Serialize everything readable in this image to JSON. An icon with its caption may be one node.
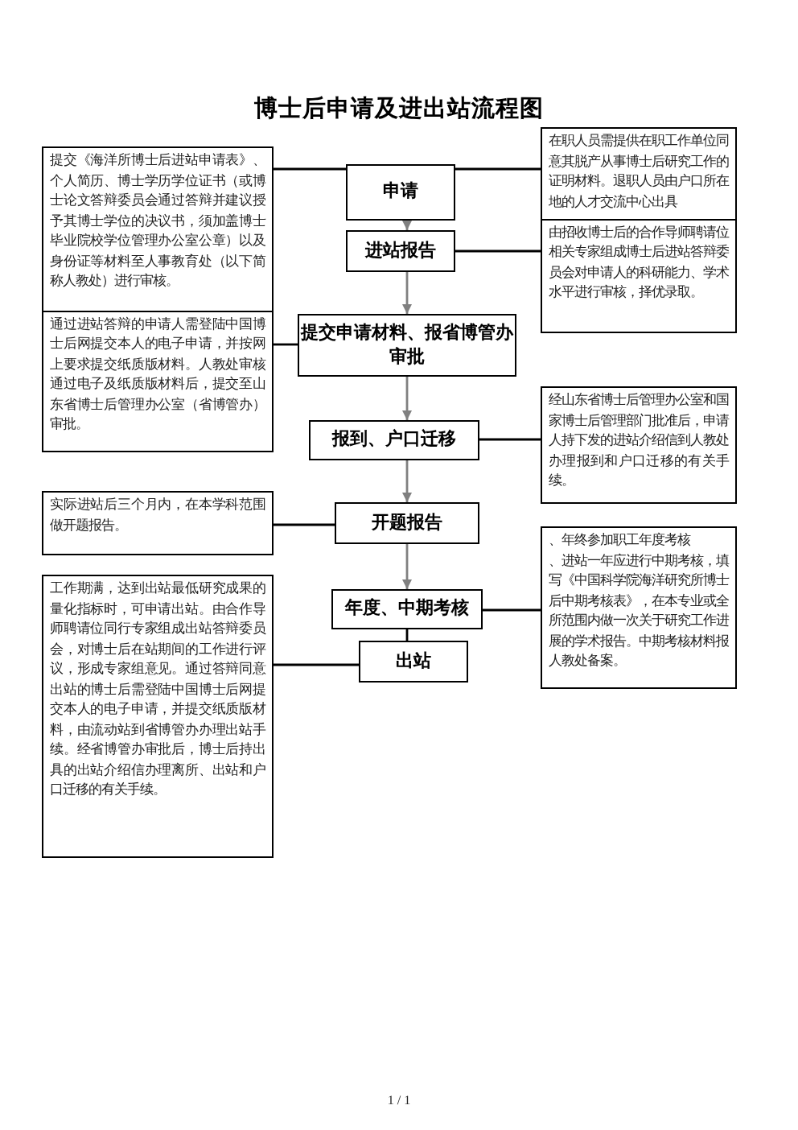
{
  "diagram": {
    "title": "博士后申请及进出站流程图",
    "nodes": [
      {
        "text": [
          "提交《海洋所博士后进站申请表》、个人简历、博士学历学位证书（或博士论文答辩委员会通过答辩并建议授予其博士学位的决议书，须加盖博士毕业院校学位管理办公室公章）以及身份证等材料至人事教育处（以下简称人教处）进行审核。"
        ]
      },
      {
        "text": [
          "申请"
        ]
      },
      {
        "text": [
          "在职人员需提供在职工作单位同意其脱产从事博士后研究工作的证明材料。退职人员由户口所在地的人才交流中心出具"
        ]
      },
      {
        "text": [
          "由招收博士后的合作导师聘请位相关专家组成博士后进站答辩委员会对申请人的科研能力、学术水平进行审核，择优录取。"
        ]
      },
      {
        "text": [
          "进站报告"
        ]
      },
      {
        "text": [
          "通过进站答辩的申请人需登陆中国博士后网提交本人的电子申请，并按网上要求提交纸质版材料。人教处审核通过电子及纸质版材料后，提交至山东省博士后管理办公室（省博管办）审批。"
        ]
      },
      {
        "text": [
          "提交申请材料、报省博管办审批"
        ]
      },
      {
        "text": [
          "经山东省博士后管理办公室和国家博士后管理部门批准后，申请人持下发的进站介绍信到人教处办理报到和户口迁移的有关手续。"
        ]
      },
      {
        "text": [
          "报到、户口迁移"
        ]
      },
      {
        "text": [
          "实际进站后三个月内，在本学科范围做开题报告。"
        ]
      },
      {
        "text": [
          "开题报告"
        ]
      },
      {
        "text": [
          "、年终参加职工年度考核",
          "、进站一年应进行中期考核，填写《中国科学院海洋研究所博士后中期考核表》，在本专业或全所范围内做一次关于研究工作进展的学术报告。中期考核材料报人教处备案。"
        ]
      },
      {
        "text": [
          "工作期满，达到出站最低研究成果的量化指标时，可申请出站。由合作导师聘请位同行专家组成出站答辩委员会，对博士后在站期间的工作进行评议，形成专家组意见。通过答辩同意出站的博士后需登陆中国博士后网提交本人的电子申请，并提交纸质版材料，由流动站到省博管办办理出站手续。经省博管办审批后，博士后持出具的出站介绍信办理离所、出站和户口迁移的有关手续。"
        ]
      },
      {
        "text": [
          "年度、中期考核"
        ]
      },
      {
        "text": [
          "出站"
        ]
      }
    ],
    "edges": [
      {
        "from": 0,
        "to": 1,
        "arrow": "none"
      },
      {
        "from": 2,
        "to": 1,
        "arrow": "none"
      },
      {
        "from": 1,
        "to": 4,
        "arrow": "to",
        "color": "#808080"
      },
      {
        "from": 3,
        "to": 4,
        "arrow": "none"
      },
      {
        "from": 4,
        "to": 6,
        "arrow": "to",
        "color": "#808080"
      },
      {
        "from": 5,
        "to": 6,
        "arrow": "none"
      },
      {
        "from": 6,
        "to": 8,
        "arrow": "to",
        "color": "#808080"
      },
      {
        "from": 7,
        "to": 8,
        "arrow": "none"
      },
      {
        "from": 8,
        "to": 10,
        "arrow": "to",
        "color": "#808080"
      },
      {
        "from": 9,
        "to": 10,
        "arrow": "none"
      },
      {
        "from": 10,
        "to": 13,
        "arrow": "to",
        "color": "#808080"
      },
      {
        "from": 11,
        "to": 13,
        "arrow": "none"
      },
      {
        "from": 13,
        "to": 14,
        "arrow": "none"
      },
      {
        "from": 12,
        "to": 14,
        "arrow": "none"
      }
    ],
    "labels": [
      "1 / 1"
    ]
  }
}
